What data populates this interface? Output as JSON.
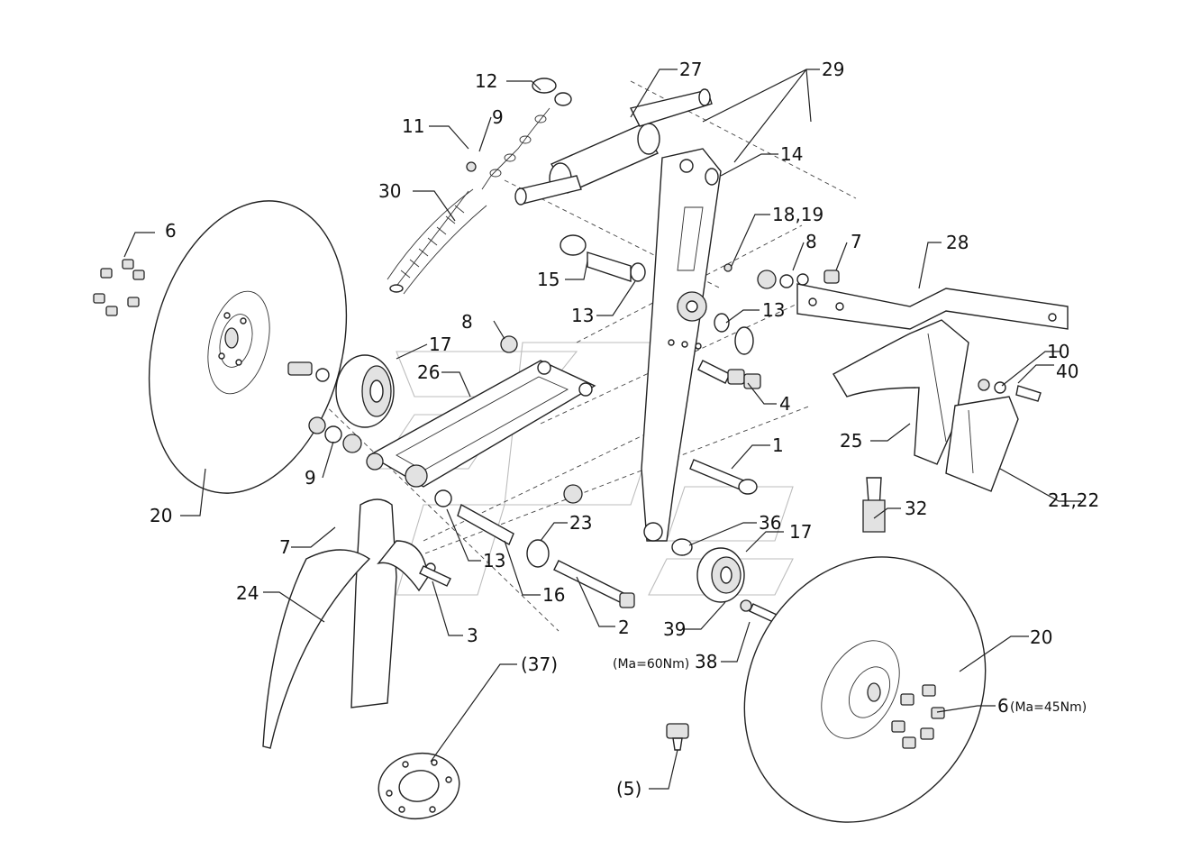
{
  "labels": {
    "l1": "1",
    "l2": "2",
    "l3": "3",
    "l4": "4",
    "l5": "(5)",
    "l6a": "6",
    "l6b": "6",
    "l6b_note": "(Ma=45Nm)",
    "l7a": "7",
    "l7b": "7",
    "l8a": "8",
    "l8b": "8",
    "l9a": "9",
    "l9b": "9",
    "l10": "10",
    "l11": "11",
    "l12": "12",
    "l13a": "13",
    "l13b": "13",
    "l13c": "13",
    "l14": "14",
    "l15": "15",
    "l16": "16",
    "l17a": "17",
    "l17b": "17",
    "l18": "18,19",
    "l20a": "20",
    "l20b": "20",
    "l21": "21,22",
    "l23": "23",
    "l24": "24",
    "l25": "25",
    "l26": "26",
    "l27": "27",
    "l28": "28",
    "l29": "29",
    "l30": "30",
    "l32": "32",
    "l36": "36",
    "l37": "(37)",
    "l38": "38",
    "l38_note": "(Ma=60Nm)",
    "l39": "39",
    "l40": "40"
  }
}
